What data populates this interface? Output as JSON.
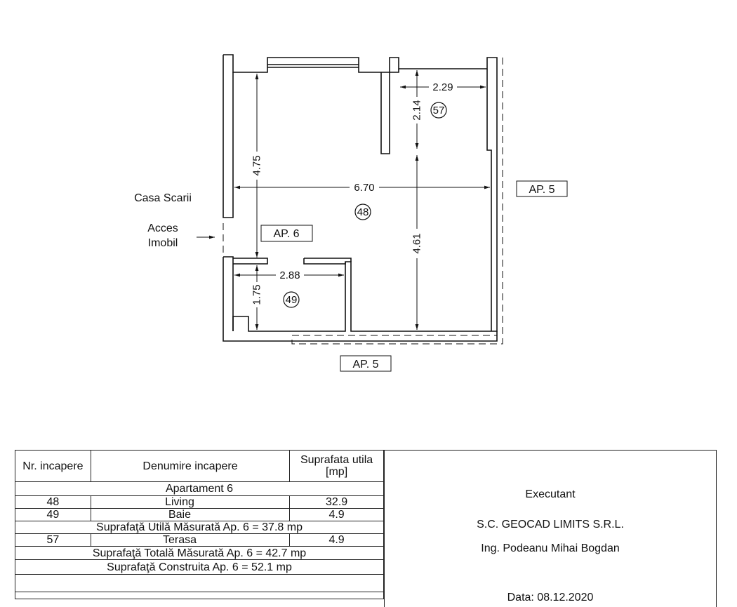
{
  "plan": {
    "labels": {
      "casa_scarii": "Casa Scarii",
      "acces": "Acces",
      "imobil": "Imobil",
      "ap6": "AP. 6",
      "ap5_right": "AP. 5",
      "ap5_bottom": "AP. 5"
    },
    "dimensions": {
      "terrace_width": "2.29",
      "terrace_depth": "2.14",
      "living_height": "4.75",
      "living_width": "6.70",
      "living_right_height": "4.61",
      "bath_width": "2.88",
      "bath_depth": "1.75"
    },
    "room_numbers": {
      "terrace": "57",
      "living": "48",
      "bath": "49"
    }
  },
  "table": {
    "headers": {
      "nr": "Nr. incapere",
      "name": "Denumire incapere",
      "area_line1": "Suprafata utila",
      "area_line2": "[mp]"
    },
    "apartment_title": "Apartament 6",
    "rows": [
      {
        "nr": "48",
        "name": "Living",
        "area": "32.9"
      },
      {
        "nr": "49",
        "name": "Baie",
        "area": "4.9"
      },
      {
        "nr": "57",
        "name": "Terasa",
        "area": "4.9"
      }
    ],
    "summary_useful": "Suprafaţă Utilă Măsurată Ap. 6 = 37.8 mp",
    "summary_total": "Suprafaţă Totală Măsurată Ap. 6 = 42.7 mp",
    "summary_built": "Suprafaţă Construita Ap. 6 = 52.1 mp"
  },
  "executant": {
    "title": "Executant",
    "company": "S.C. GEOCAD LIMITS S.R.L.",
    "engineer": "Ing. Podeanu Mihai Bogdan",
    "date": "Data: 08.12.2020"
  }
}
